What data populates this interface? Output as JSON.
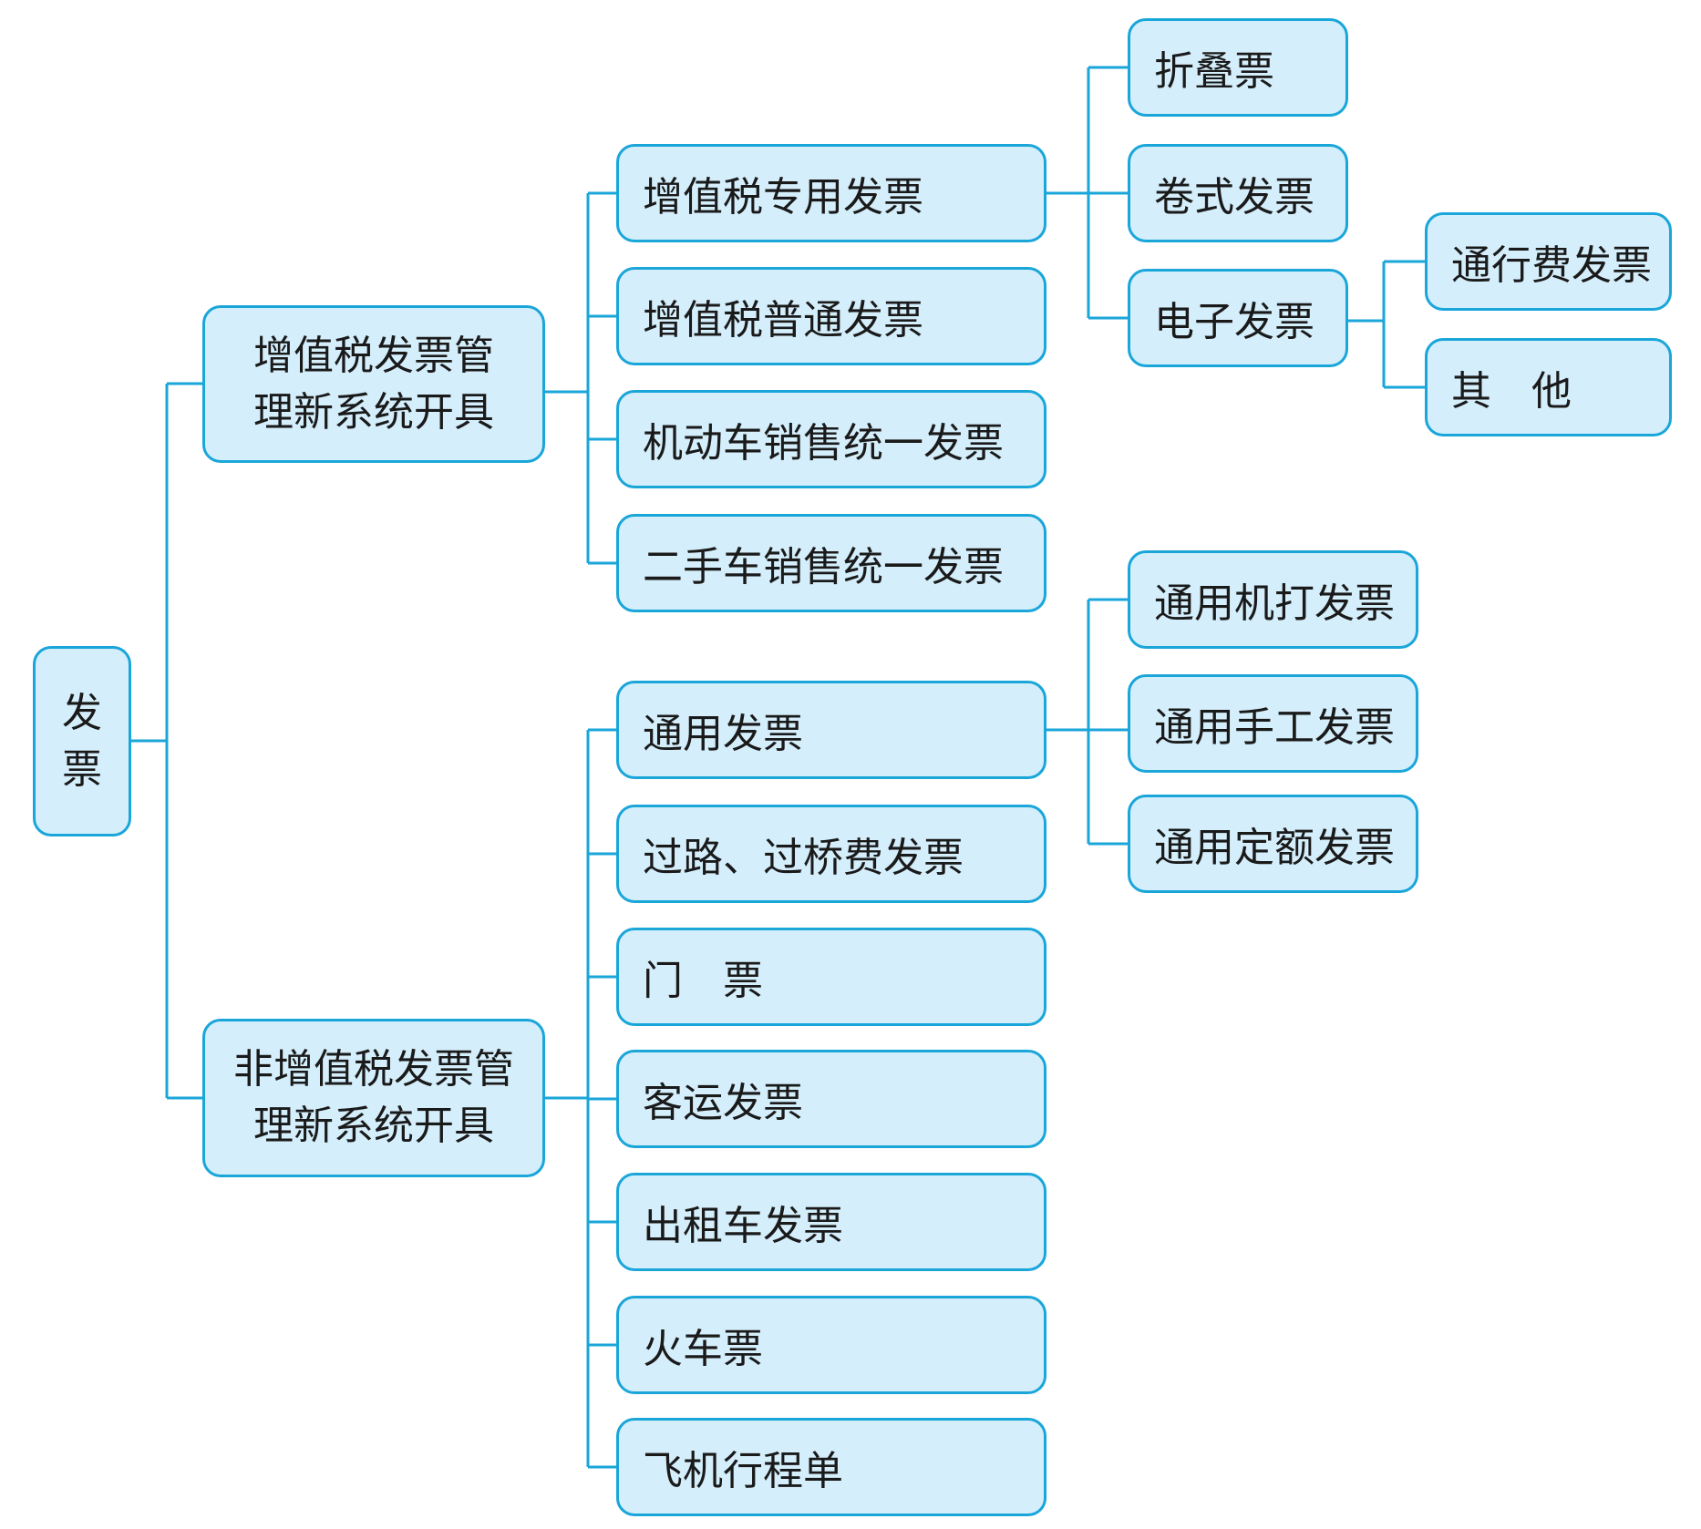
{
  "root": {
    "line1": "发",
    "line2": "票"
  },
  "vat": {
    "line1": "增值税发票管",
    "line2": "理新系统开具",
    "children": [
      "增值税专用发票",
      "增值税普通发票",
      "机动车销售统一发票",
      "二手车销售统一发票"
    ],
    "special_children": [
      "折叠票",
      "卷式发票",
      "电子发票"
    ],
    "electronic_children": [
      "通行费发票",
      "其　他"
    ]
  },
  "nonvat": {
    "line1": "非增值税发票管",
    "line2": "理新系统开具",
    "children": [
      "通用发票",
      "过路、过桥费发票",
      "门　票",
      "客运发票",
      "出租车发票",
      "火车票",
      "飞机行程单"
    ],
    "general_children": [
      "通用机打发票",
      "通用手工发票",
      "通用定额发票"
    ]
  },
  "colors": {
    "line": "#1aa6d9",
    "fill": "#d4eefb"
  }
}
